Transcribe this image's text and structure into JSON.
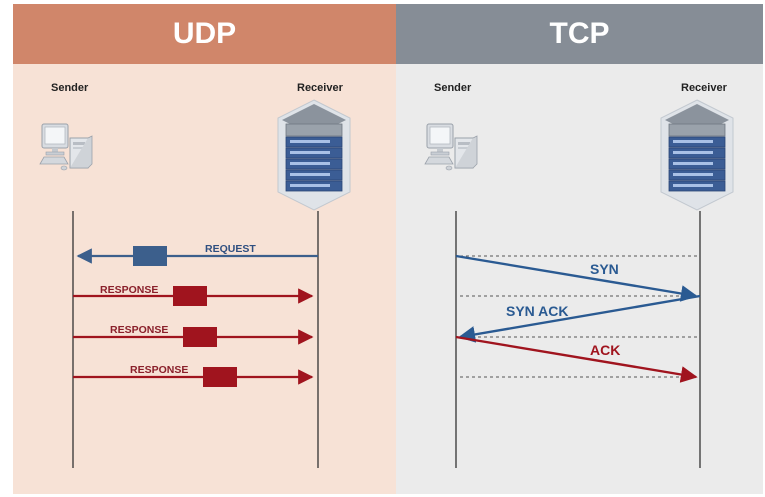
{
  "udp": {
    "title": "UDP",
    "sender": "Sender",
    "receiver": "Receiver",
    "request_label": "REQUEST",
    "response_labels": [
      "RESPONSE",
      "RESPONSE",
      "RESPONSE"
    ]
  },
  "tcp": {
    "title": "TCP",
    "sender": "Sender",
    "receiver": "Receiver",
    "syn_label": "SYN",
    "synack_label": "SYN ACK",
    "ack_label": "ACK"
  },
  "colors": {
    "udp_header": "#d0866a",
    "udp_background": "#f7e2d6",
    "tcp_header": "#868d96",
    "tcp_background": "#ebebeb",
    "request_blue": "#3c5f8c",
    "response_red": "#a0141e",
    "syn_blue": "#2a5a92",
    "ack_red": "#a0141e"
  },
  "icons": {
    "sender": "desktop-computer-icon",
    "receiver": "server-rack-icon"
  }
}
